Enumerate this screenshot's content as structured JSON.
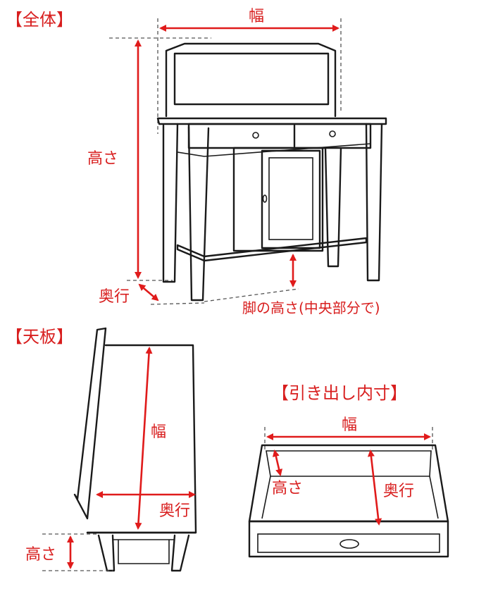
{
  "sections": {
    "overall": {
      "title": "【全体】",
      "width_label": "幅",
      "height_label": "高さ",
      "depth_label": "奥行",
      "leg_height_label": "脚の高さ(中央部分で)"
    },
    "top_board": {
      "title": "【天板】",
      "width_label": "幅",
      "depth_label": "奥行",
      "height_label": "高さ"
    },
    "drawer": {
      "title": "【引き出し内寸】",
      "width_label": "幅",
      "height_label": "高さ",
      "depth_label": "奥行"
    }
  },
  "colors": {
    "accent": "#e01b1b",
    "line": "#1a1a1a"
  }
}
